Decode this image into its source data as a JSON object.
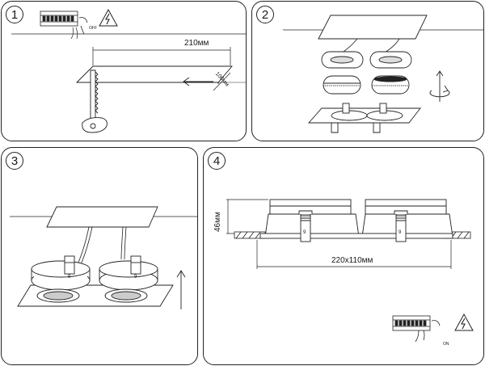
{
  "steps": [
    {
      "number": "1"
    },
    {
      "number": "2"
    },
    {
      "number": "3"
    },
    {
      "number": "4"
    }
  ],
  "step1": {
    "length_label": "210мм",
    "width_label": "100мм",
    "switch_label": "OFF"
  },
  "step4": {
    "height_label": "46мм",
    "cutout_label": "220x110мм",
    "switch_label": "ON"
  },
  "clip_marks": [
    "9",
    "9"
  ]
}
